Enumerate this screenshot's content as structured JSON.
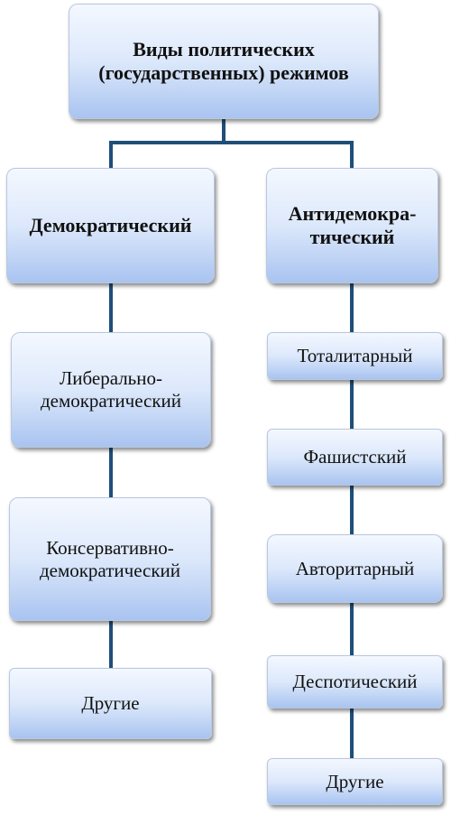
{
  "root": {
    "label": "Виды политических\n(государственных)  режимов"
  },
  "branches": {
    "democratic": {
      "label": "Демократический",
      "children": [
        "Либерально-\nдемократический",
        "Консервативно-\nдемократический",
        "Другие"
      ]
    },
    "antidemocratic": {
      "label": "Антидемокра-\nтический",
      "children": [
        "Тоталитарный",
        "Фашистский",
        "Авторитарный",
        "Деспотический",
        "Другие"
      ]
    }
  },
  "colors": {
    "connector": "#1f4e79",
    "box_top": "#f4f8ff",
    "box_bottom": "#a9c4f0"
  }
}
